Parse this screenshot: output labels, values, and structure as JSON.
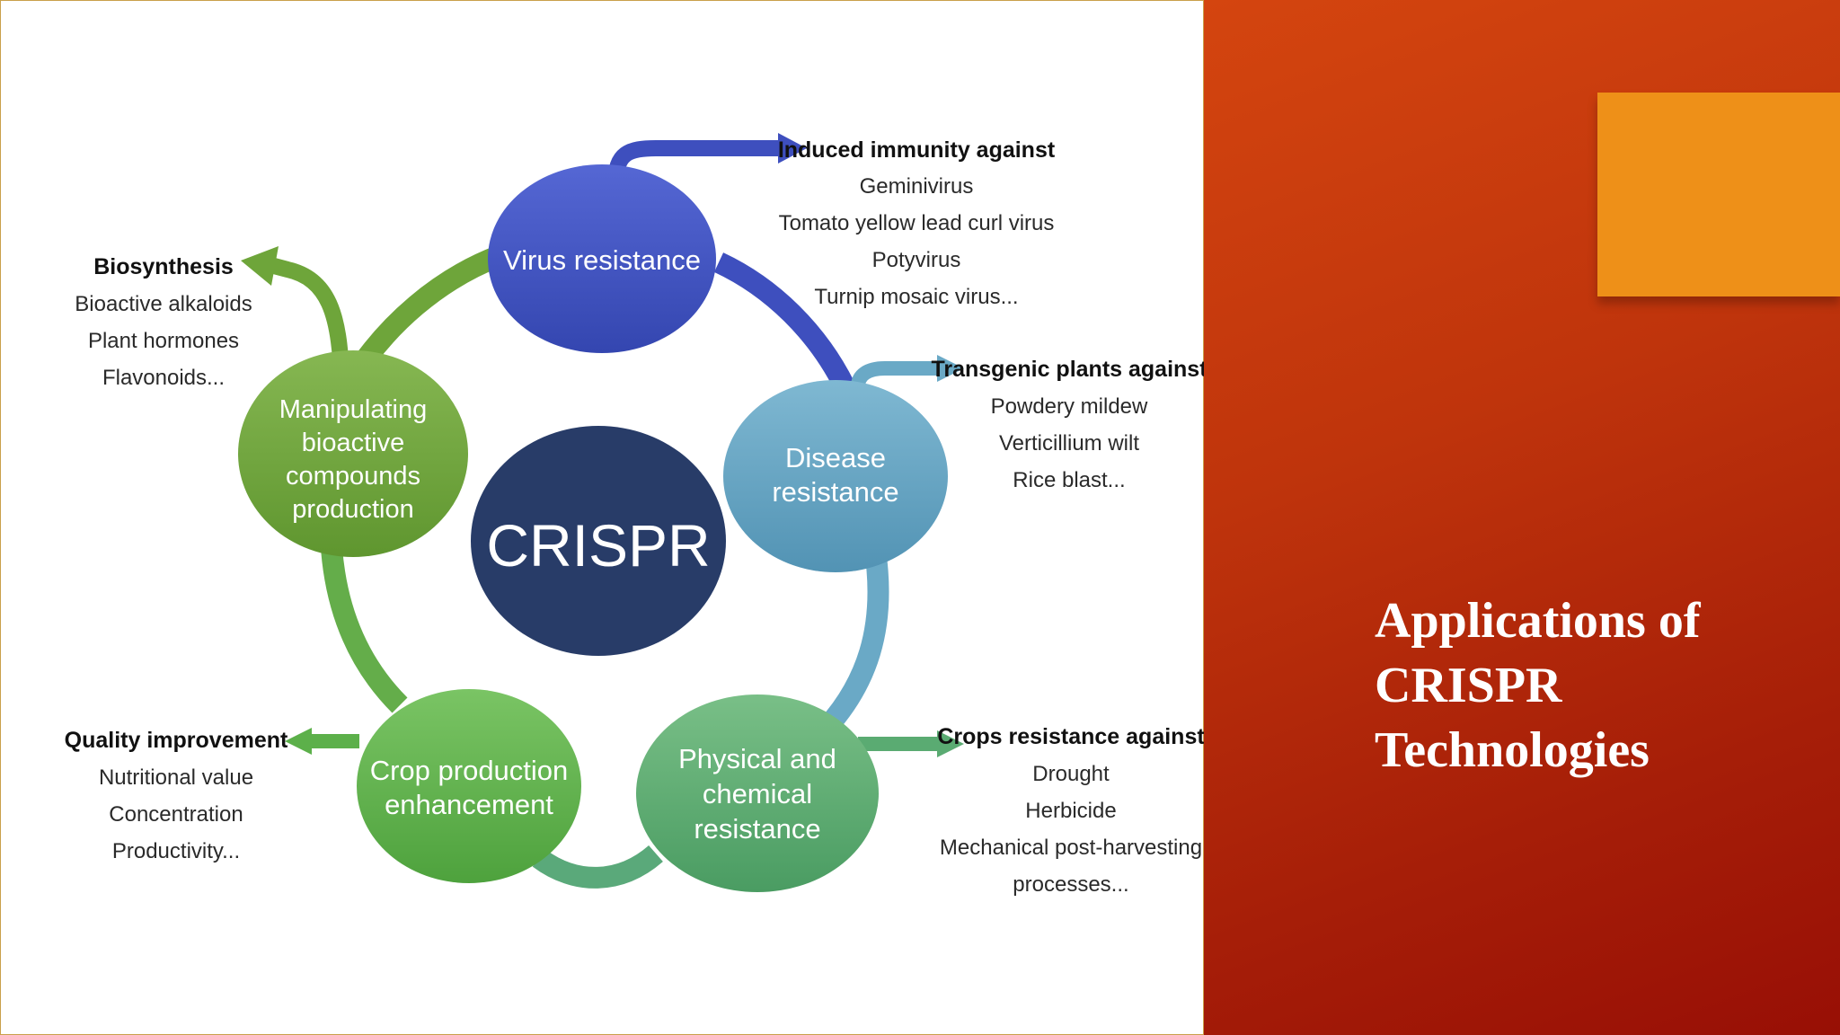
{
  "slide": {
    "title_lines": [
      "Applications of",
      "CRISPR",
      "Technologies"
    ]
  },
  "diagram": {
    "center": "CRISPR",
    "nodes": {
      "virus": {
        "lines": [
          "Virus resistance"
        ],
        "color": "#3d4fbf"
      },
      "disease": {
        "lines": [
          "Disease",
          "resistance"
        ],
        "color": "#5fa2c1"
      },
      "physical": {
        "lines": [
          "Physical and",
          "chemical",
          "resistance"
        ],
        "color": "#5aab72"
      },
      "crop": {
        "lines": [
          "Crop production",
          "enhancement"
        ],
        "color": "#5cb04a"
      },
      "manipulating": {
        "lines": [
          "Manipulating",
          "bioactive",
          "compounds",
          "production"
        ],
        "color": "#6ea53a"
      }
    },
    "annotations": {
      "virus": {
        "heading": "Induced immunity against",
        "items": [
          "Geminivirus",
          "Tomato yellow lead curl virus",
          "Potyvirus",
          "Turnip mosaic virus..."
        ]
      },
      "disease": {
        "heading": "Transgenic plants against",
        "items": [
          "Powdery mildew",
          "Verticillium wilt",
          "Rice blast..."
        ]
      },
      "physical": {
        "heading": "Crops resistance against",
        "items": [
          "Drought",
          "Herbicide",
          "Mechanical post-harvesting",
          "processes..."
        ]
      },
      "crop": {
        "heading": "Quality improvement",
        "items": [
          "Nutritional value",
          "Concentration",
          "Productivity..."
        ]
      },
      "manipulating": {
        "heading": "Biosynthesis",
        "items": [
          "Bioactive alkaloids",
          "Plant hormones",
          "Flavonoids..."
        ]
      }
    },
    "colors": {
      "center": "#283c68",
      "accent": "#ee9018"
    }
  }
}
